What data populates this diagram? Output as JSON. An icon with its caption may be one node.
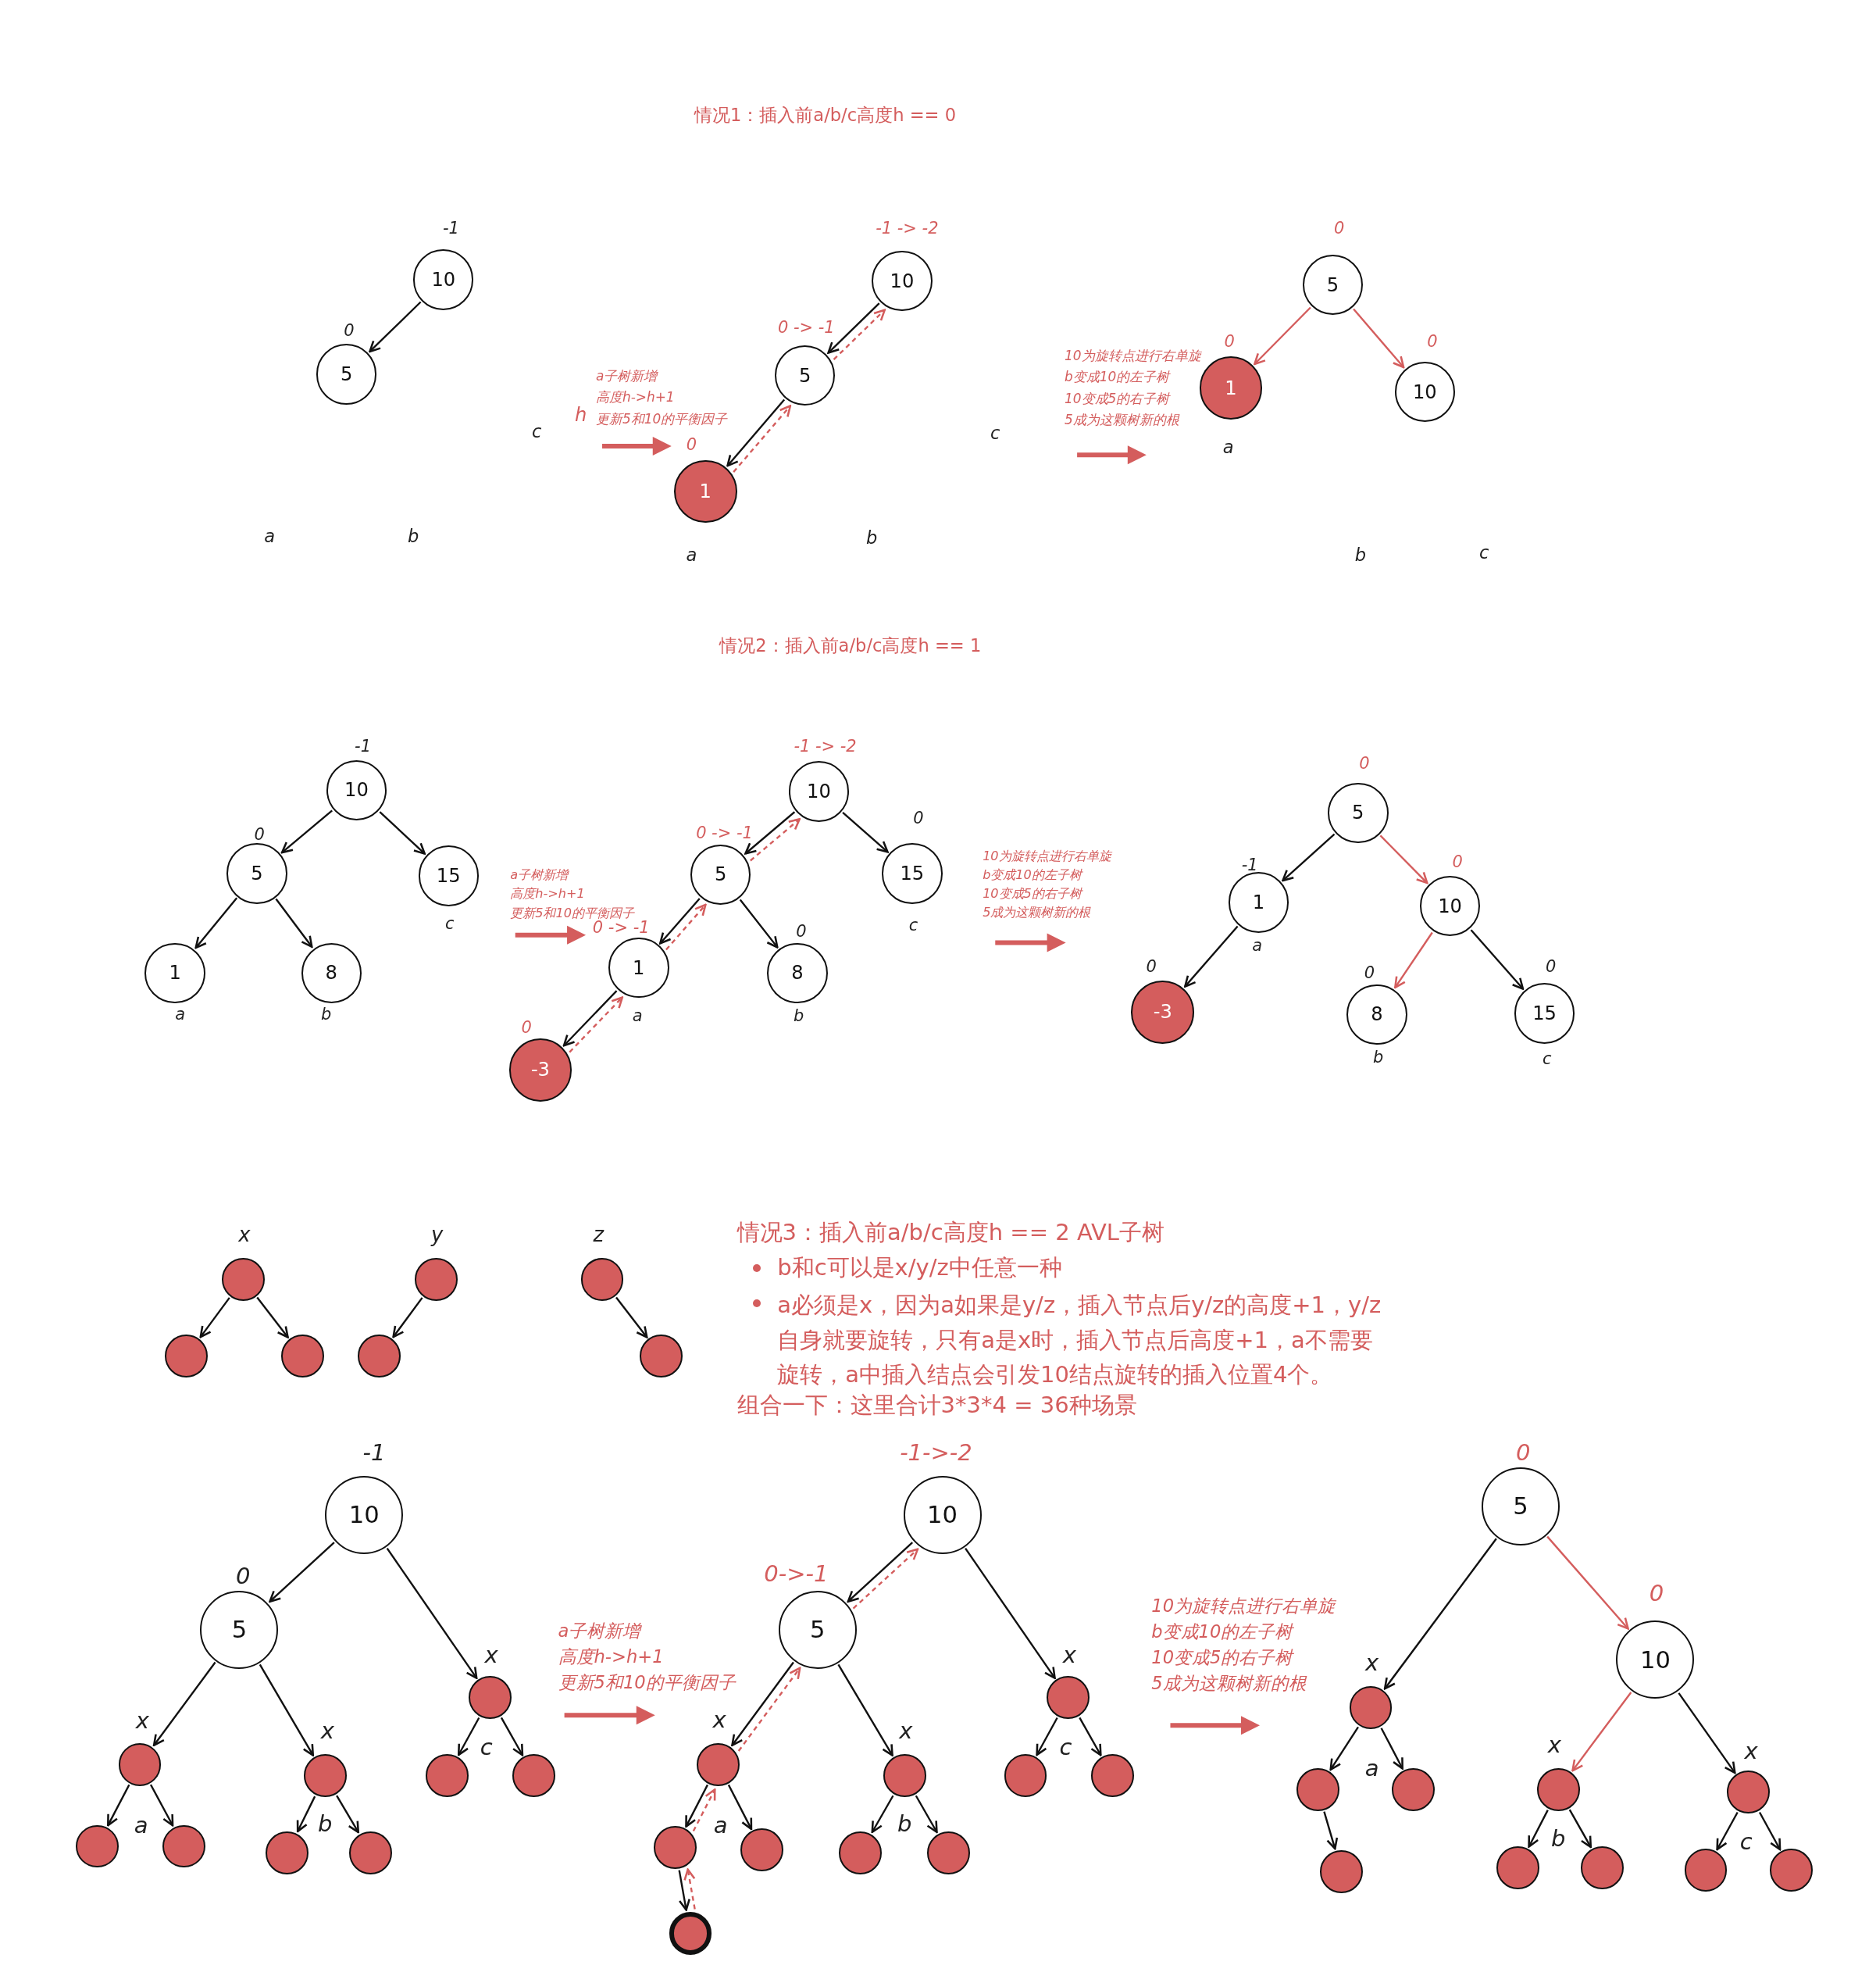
{
  "diagram": {
    "nodes": [
      {
        "text": [
          "10"
        ],
        "beside": [
          "-1"
        ]
      },
      {
        "text": [
          "5"
        ],
        "beside": [
          "0"
        ]
      },
      {
        "text": [
          "10"
        ],
        "beside": [
          "-1 -> -2"
        ]
      },
      {
        "text": [
          "5"
        ],
        "beside": [
          "0 -> -1"
        ]
      },
      {
        "text": [
          "1"
        ],
        "beside": [
          "0"
        ]
      },
      {
        "text": [
          "5"
        ],
        "beside": [
          "0"
        ]
      },
      {
        "text": [
          "1"
        ],
        "beside": [
          "0"
        ]
      },
      {
        "text": [
          "10"
        ],
        "beside": [
          "0"
        ]
      },
      {
        "text": [
          "10"
        ],
        "beside": [
          "-1"
        ]
      },
      {
        "text": [
          "5"
        ],
        "beside": [
          "0"
        ]
      },
      {
        "text": [
          "15"
        ],
        "beside": [
          "c"
        ]
      },
      {
        "text": [
          "1"
        ],
        "beside": [
          "a"
        ]
      },
      {
        "text": [
          "8"
        ],
        "beside": [
          "b"
        ]
      },
      {
        "text": [
          "10"
        ],
        "beside": [
          "-1 -> -2"
        ]
      },
      {
        "text": [
          "5"
        ],
        "beside": [
          "0 -> -1"
        ]
      },
      {
        "text": [
          "15"
        ],
        "beside": [
          "0",
          "c"
        ]
      },
      {
        "text": [
          "1"
        ],
        "beside": [
          "0 -> -1",
          "a"
        ]
      },
      {
        "text": [
          "8"
        ],
        "beside": [
          "0",
          "b"
        ]
      },
      {
        "text": [
          "-3"
        ],
        "beside": [
          "0"
        ]
      },
      {
        "text": [
          "5"
        ],
        "beside": [
          "0"
        ]
      },
      {
        "text": [
          "1"
        ],
        "beside": [
          "-1",
          "a"
        ]
      },
      {
        "text": [
          "10"
        ],
        "beside": [
          "0"
        ]
      },
      {
        "text": [
          "-3"
        ],
        "beside": [
          "0"
        ]
      },
      {
        "text": [
          "8"
        ],
        "beside": [
          "0",
          "b"
        ]
      },
      {
        "text": [
          "15"
        ],
        "beside": [
          "0",
          "c"
        ]
      },
      {
        "text": [],
        "shape": "circle",
        "beside": [
          "x"
        ]
      },
      {
        "text": [],
        "shape": "circle"
      },
      {
        "text": [],
        "shape": "circle"
      },
      {
        "text": [],
        "shape": "circle",
        "beside": [
          "y"
        ]
      },
      {
        "text": [],
        "shape": "circle"
      },
      {
        "text": [],
        "shape": "circle",
        "beside": [
          "z"
        ]
      },
      {
        "text": [],
        "shape": "circle"
      },
      {
        "text": [
          "10"
        ],
        "beside": [
          "-1"
        ]
      },
      {
        "text": [
          "5"
        ],
        "beside": [
          "0"
        ]
      },
      {
        "text": [],
        "shape": "circle",
        "beside": [
          "x"
        ]
      },
      {
        "text": [],
        "shape": "circle"
      },
      {
        "text": [],
        "shape": "circle"
      },
      {
        "text": [],
        "shape": "circle",
        "beside": [
          "x"
        ]
      },
      {
        "text": [],
        "shape": "circle"
      },
      {
        "text": [],
        "shape": "circle"
      },
      {
        "text": [],
        "shape": "circle",
        "beside": [
          "x"
        ]
      },
      {
        "text": [],
        "shape": "circle"
      },
      {
        "text": [],
        "shape": "circle"
      },
      {
        "text": [
          "10"
        ],
        "beside": [
          "-1->-2"
        ]
      },
      {
        "text": [
          "5"
        ],
        "beside": [
          "0->-1"
        ]
      },
      {
        "text": [],
        "shape": "circle",
        "beside": [
          "x"
        ]
      },
      {
        "text": [],
        "shape": "circle"
      },
      {
        "text": [],
        "shape": "circle"
      },
      {
        "text": [],
        "shape": "circle"
      },
      {
        "text": [],
        "shape": "circle",
        "beside": [
          "x"
        ]
      },
      {
        "text": [],
        "shape": "circle"
      },
      {
        "text": [],
        "shape": "circle"
      },
      {
        "text": [],
        "shape": "circle",
        "beside": [
          "x"
        ]
      },
      {
        "text": [],
        "shape": "circle"
      },
      {
        "text": [],
        "shape": "circle"
      },
      {
        "text": [
          "5"
        ],
        "beside": [
          "0"
        ]
      },
      {
        "text": [],
        "shape": "circle",
        "beside": [
          "x"
        ]
      },
      {
        "text": [],
        "shape": "circle"
      },
      {
        "text": [],
        "shape": "circle"
      },
      {
        "text": [],
        "shape": "circle"
      },
      {
        "text": [
          "10"
        ],
        "beside": [
          "0"
        ]
      },
      {
        "text": [],
        "shape": "circle",
        "beside": [
          "x"
        ]
      },
      {
        "text": [],
        "shape": "circle"
      },
      {
        "text": [],
        "shape": "circle"
      },
      {
        "text": [],
        "shape": "circle",
        "beside": [
          "x"
        ]
      },
      {
        "text": [],
        "shape": "circle"
      },
      {
        "text": [],
        "shape": "circle"
      }
    ],
    "edges": [
      {
        "from": 0,
        "to": 1,
        "arrow": "to"
      },
      {
        "from": 2,
        "to": 3,
        "arrow": "to"
      },
      {
        "from": 3,
        "to": 4,
        "arrow": "to"
      },
      {
        "from": 4,
        "to": 3,
        "arrow": "to",
        "style": "dashed",
        "color": "#d45d5d"
      },
      {
        "from": 3,
        "to": 2,
        "arrow": "to",
        "style": "dashed",
        "color": "#d45d5d"
      },
      {
        "from": 5,
        "to": 6,
        "arrow": "to",
        "color": "#d45d5d"
      },
      {
        "from": 5,
        "to": 7,
        "arrow": "to",
        "color": "#d45d5d"
      },
      {
        "from": 8,
        "to": 9,
        "arrow": "to"
      },
      {
        "from": 8,
        "to": 10,
        "arrow": "to"
      },
      {
        "from": 9,
        "to": 11,
        "arrow": "to"
      },
      {
        "from": 9,
        "to": 12,
        "arrow": "to"
      },
      {
        "from": 13,
        "to": 14,
        "arrow": "to"
      },
      {
        "from": 13,
        "to": 15,
        "arrow": "to"
      },
      {
        "from": 14,
        "to": 16,
        "arrow": "to"
      },
      {
        "from": 14,
        "to": 17,
        "arrow": "to"
      },
      {
        "from": 16,
        "to": 18,
        "arrow": "to"
      },
      {
        "from": 18,
        "to": 16,
        "arrow": "to",
        "style": "dashed",
        "color": "#d45d5d"
      },
      {
        "from": 16,
        "to": 14,
        "arrow": "to",
        "style": "dashed",
        "color": "#d45d5d"
      },
      {
        "from": 14,
        "to": 13,
        "arrow": "to",
        "style": "dashed",
        "color": "#d45d5d"
      },
      {
        "from": 19,
        "to": 20,
        "arrow": "to"
      },
      {
        "from": 19,
        "to": 21,
        "arrow": "to",
        "color": "#d45d5d"
      },
      {
        "from": 20,
        "to": 22,
        "arrow": "to"
      },
      {
        "from": 21,
        "to": 23,
        "arrow": "to",
        "color": "#d45d5d"
      },
      {
        "from": 21,
        "to": 24,
        "arrow": "to"
      },
      {
        "from": 25,
        "to": 26,
        "arrow": "to"
      },
      {
        "from": 25,
        "to": 27,
        "arrow": "to"
      },
      {
        "from": 28,
        "to": 29,
        "arrow": "to"
      },
      {
        "from": 30,
        "to": 31,
        "arrow": "to"
      },
      {
        "from": 32,
        "to": 33,
        "arrow": "to"
      },
      {
        "from": 32,
        "to": 40,
        "arrow": "to"
      },
      {
        "from": 33,
        "to": 34,
        "arrow": "to"
      },
      {
        "from": 33,
        "to": 37,
        "arrow": "to"
      },
      {
        "from": 34,
        "to": 35,
        "arrow": "to"
      },
      {
        "from": 34,
        "to": 36,
        "arrow": "to"
      },
      {
        "from": 37,
        "to": 38,
        "arrow": "to"
      },
      {
        "from": 37,
        "to": 39,
        "arrow": "to"
      },
      {
        "from": 40,
        "to": 41,
        "arrow": "to"
      },
      {
        "from": 40,
        "to": 42,
        "arrow": "to"
      },
      {
        "from": 43,
        "to": 44,
        "arrow": "to"
      },
      {
        "from": 43,
        "to": 52,
        "arrow": "to"
      },
      {
        "from": 44,
        "to": 45,
        "arrow": "to"
      },
      {
        "from": 44,
        "to": 49,
        "arrow": "to"
      },
      {
        "from": 45,
        "to": 46,
        "arrow": "to"
      },
      {
        "from": 45,
        "to": 47,
        "arrow": "to"
      },
      {
        "from": 46,
        "to": 48,
        "arrow": "to"
      },
      {
        "from": 49,
        "to": 50,
        "arrow": "to"
      },
      {
        "from": 49,
        "to": 51,
        "arrow": "to"
      },
      {
        "from": 52,
        "to": 53,
        "arrow": "to"
      },
      {
        "from": 52,
        "to": 54,
        "arrow": "to"
      },
      {
        "from": 48,
        "to": 46,
        "arrow": "to",
        "style": "dashed",
        "color": "#d45d5d"
      },
      {
        "from": 46,
        "to": 45,
        "arrow": "to",
        "style": "dashed",
        "color": "#d45d5d"
      },
      {
        "from": 45,
        "to": 44,
        "arrow": "to",
        "style": "dashed",
        "color": "#d45d5d"
      },
      {
        "from": 44,
        "to": 43,
        "arrow": "to",
        "style": "dashed",
        "color": "#d45d5d"
      },
      {
        "from": 55,
        "to": 56,
        "arrow": "to"
      },
      {
        "from": 55,
        "to": 60,
        "arrow": "to",
        "color": "#d45d5d"
      },
      {
        "from": 56,
        "to": 57,
        "arrow": "to"
      },
      {
        "from": 56,
        "to": 58,
        "arrow": "to"
      },
      {
        "from": 57,
        "to": 59,
        "arrow": "to"
      },
      {
        "from": 60,
        "to": 61,
        "arrow": "to",
        "color": "#d45d5d"
      },
      {
        "from": 60,
        "to": 64,
        "arrow": "to"
      },
      {
        "from": 61,
        "to": 62,
        "arrow": "to"
      },
      {
        "from": 61,
        "to": 63,
        "arrow": "to"
      },
      {
        "from": 64,
        "to": 65,
        "arrow": "to"
      },
      {
        "from": 64,
        "to": 66,
        "arrow": "to"
      }
    ],
    "labels": [
      "情况1：插入前a/b/c高度h == 0",
      "a",
      "b",
      "c",
      "h",
      "a子树新增高度h->h+1更新5和10的平衡因子",
      "a",
      "b",
      "c",
      "10为旋转点进行右单旋b变成10的左子树10变成5的右子树5成为这颗树新的根",
      "a",
      "b",
      "c",
      "情况2：插入前a/b/c高度h == 1",
      "a子树新增高度h->h+1更新5和10的平衡因子",
      "10为旋转点进行右单旋b变成10的左子树10变成5的右子树5成为这颗树新的根",
      "情况3：插入前a/b/c高度h == 2 AVL子树",
      "b和c可以是x/y/z中任意一种",
      "a必须是x，因为a如果是y/z，插入节点后y/z的高度+1，y/z自身就要旋转，只有a是x时，插入节点后高度+1，a不需要旋转，a中插入结点会引发10结点旋转的插入位置4个。",
      "组合一下：这里合计3*3*4 = 36种场景",
      "a子树新增高度h->h+1更新5和10的平衡因子",
      "10为旋转点进行右单旋b变成10的左子树10变成5的右子树5成为这颗树新的根",
      "a",
      "b",
      "c",
      "a",
      "b",
      "c",
      "a",
      "b",
      "c"
    ]
  }
}
